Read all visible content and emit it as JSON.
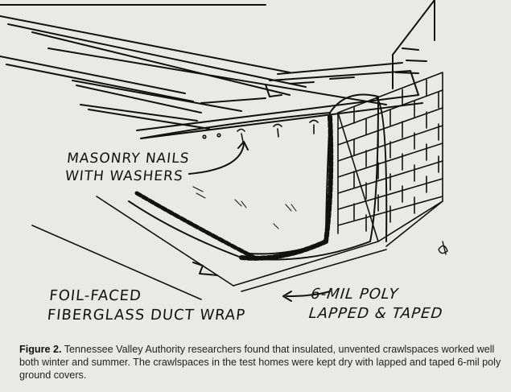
{
  "labels": {
    "nails": [
      "MASONRY NAILS",
      "WITH WASHERS"
    ],
    "foil": [
      "FOIL-FACED",
      "FIBERGLASS DUCT WRAP"
    ],
    "poly": [
      "6-MIL POLY",
      "LAPPED & TAPED"
    ]
  },
  "caption": {
    "figure_label": "Figure 2.",
    "text": " Tennessee Valley Authority researchers found that insulated, unvented crawlspaces worked well both winter and summer. The crawlspaces in the test homes were kept dry with lapped and taped 6-mil poly ground covers."
  },
  "colors": {
    "ink": "#111111",
    "paper": "#e9e9e7"
  }
}
